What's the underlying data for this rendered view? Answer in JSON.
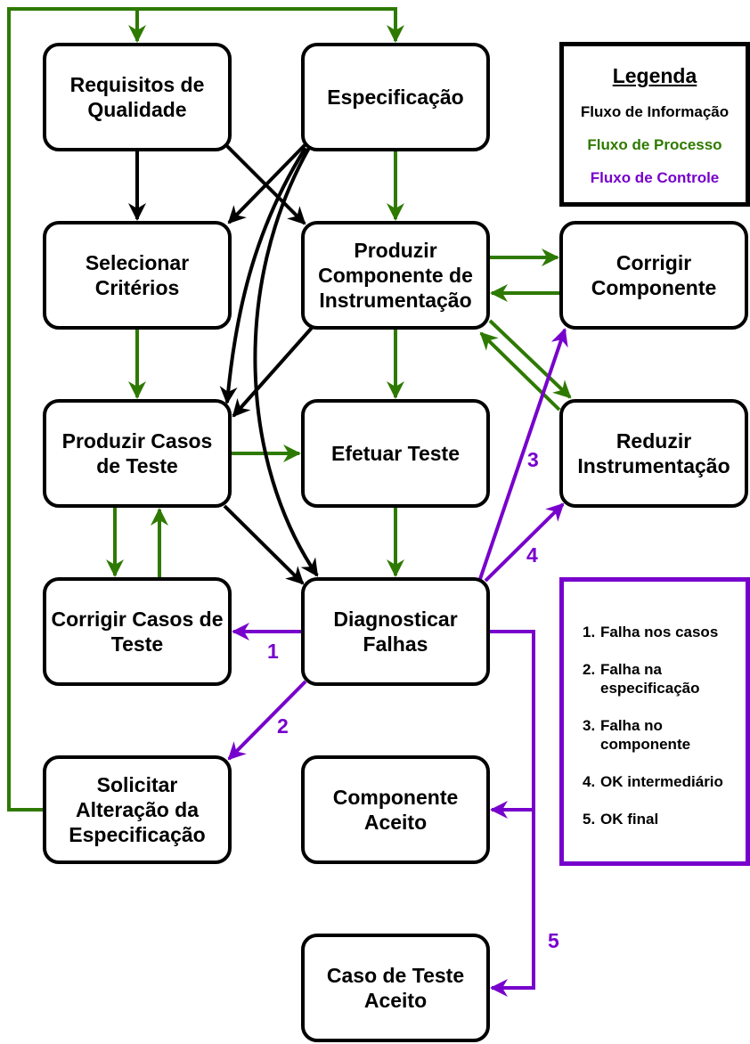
{
  "colors": {
    "info": "#000000",
    "process": "#2e7a00",
    "control": "#7700cc"
  },
  "nodes": {
    "requisitos": "Requisitos de\nQualidade",
    "especificacao": "Especificação",
    "selecionar": "Selecionar\nCritérios",
    "produzir_componente": "Produzir\nComponente de\nInstrumentação",
    "corrigir_componente": "Corrigir\nComponente",
    "produzir_casos": "Produzir Casos\nde Teste",
    "efetuar": "Efetuar Teste",
    "reduzir": "Reduzir\nInstrumentação",
    "corrigir_casos": "Corrigir Casos de\nTeste",
    "diagnosticar": "Diagnosticar\nFalhas",
    "solicitar": "Solicitar\nAlteração da\nEspecificação",
    "componente_aceito": "Componente\nAceito",
    "caso_aceito": "Caso de Teste\nAceito"
  },
  "legend": {
    "title": "Legenda",
    "info": "Fluxo de Informação",
    "process": "Fluxo de Processo",
    "control": "Fluxo de Controle"
  },
  "outcomes": [
    {
      "num": "1.",
      "text": "Falha nos casos"
    },
    {
      "num": "2.",
      "text": "Falha na\nespecificação"
    },
    {
      "num": "3.",
      "text": "Falha no\ncomponente"
    },
    {
      "num": "4.",
      "text": "OK intermediário"
    },
    {
      "num": "5.",
      "text": "OK final"
    }
  ],
  "edge_labels": [
    "1",
    "2",
    "3",
    "4",
    "5"
  ]
}
